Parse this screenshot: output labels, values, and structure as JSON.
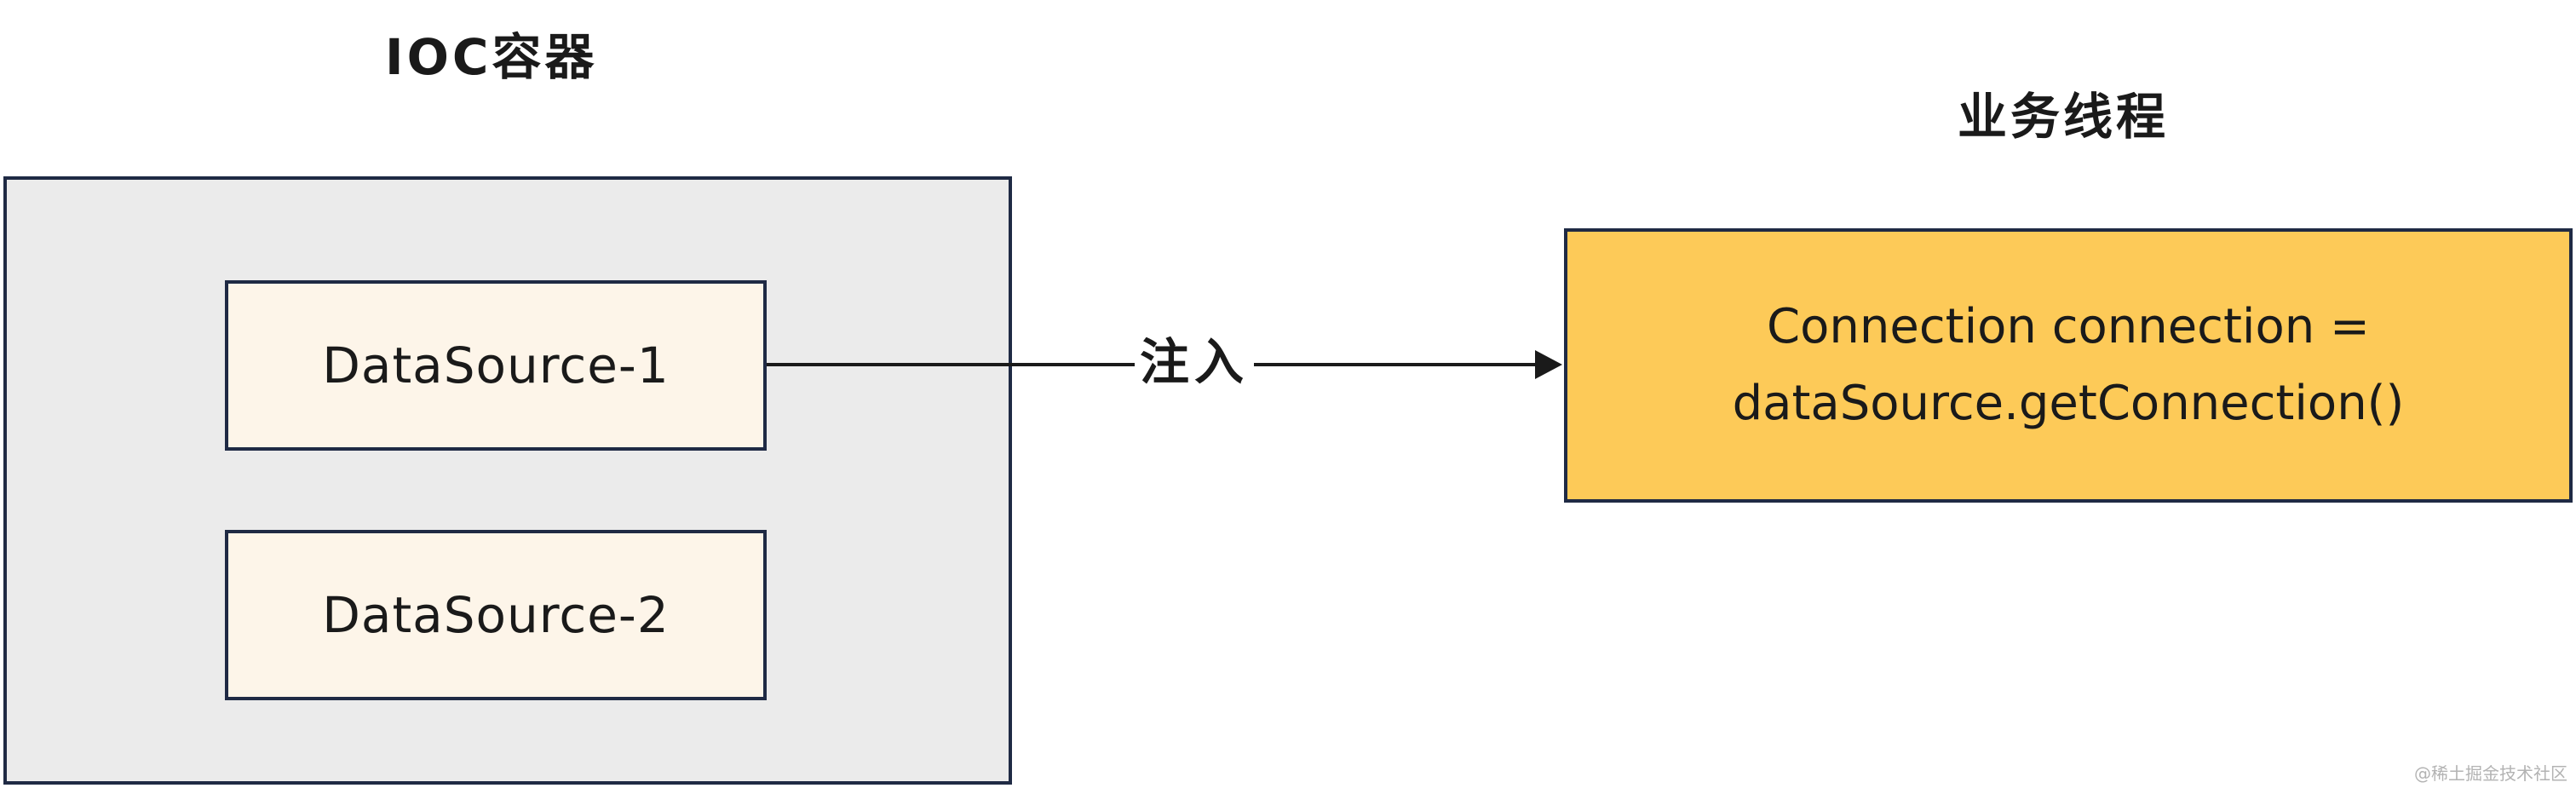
{
  "ioc": {
    "title": "IOC容器",
    "datasources": [
      {
        "label": "DataSource-1"
      },
      {
        "label": "DataSource-2"
      }
    ]
  },
  "business": {
    "title": "业务线程",
    "code_line_1": "Connection connection =",
    "code_line_2": "dataSource.getConnection()"
  },
  "arrow": {
    "label": "注入"
  },
  "watermark": "@稀土掘金技术社区",
  "colors": {
    "ioc_fill": "#ebebeb",
    "datasource_fill": "#fdf5e9",
    "business_fill": "#fdca58",
    "border": "#1f2a44"
  }
}
